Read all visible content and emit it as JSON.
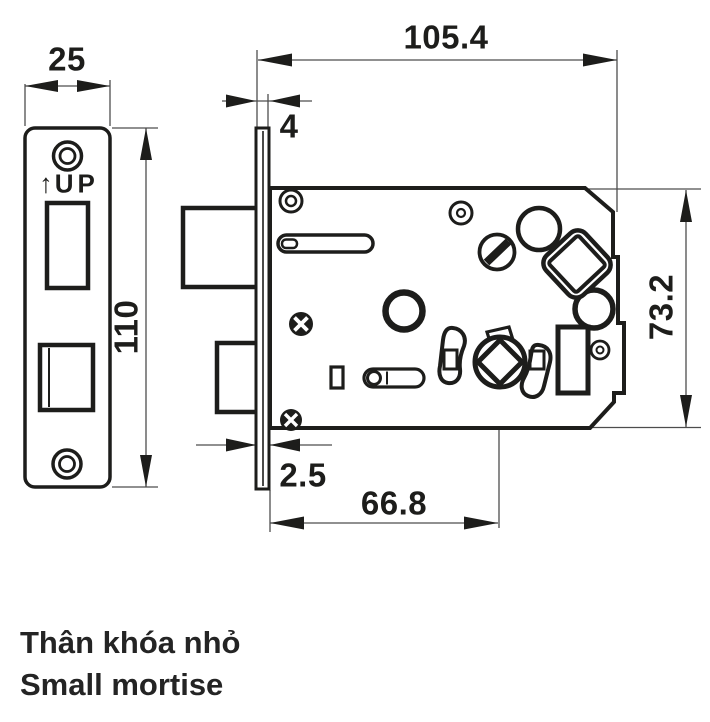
{
  "drawing_title": {
    "caption_vietnamese": "Thân khóa nhỏ",
    "caption_english": "Small mortise"
  },
  "dimensions": {
    "faceplate_width_mm": "25",
    "faceplate_height_mm": "110",
    "body_length_mm": "105.4",
    "faceplate_offset_mm": "4",
    "faceplate_thickness_mm": "2.5",
    "backset_mm": "66.8",
    "body_height_mm": "73.2"
  },
  "faceplate_marking": {
    "arrow": "↑",
    "label": "UP"
  },
  "colors": {
    "outline": "#1d1d1b",
    "dimension_line": "#4d4d4d",
    "background": "#ffffff"
  }
}
